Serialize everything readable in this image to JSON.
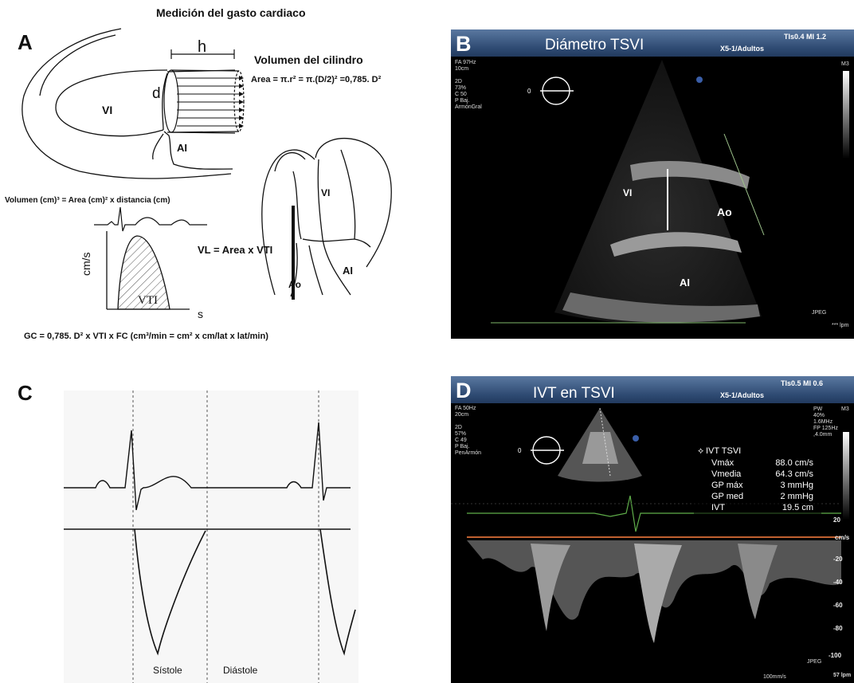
{
  "figure_title": "Medición del gasto cardiaco",
  "panel_a": {
    "letter": "A",
    "h_label": "h",
    "d_label": "d",
    "vi_label": "VI",
    "ai_label": "AI",
    "cylinder_title": "Volumen del cilindro",
    "area_formula": "Area = π.r² = π.(D/2)² =0,785. D²",
    "volume_formula": "Volumen (cm)³ = Area (cm)² x distancia (cm)",
    "vl_formula": "VL = Area x VTI",
    "axis_y": "cm/s",
    "axis_x": "s",
    "vti_label": "VTI",
    "heart2_vi": "VI",
    "heart2_ao": "Ao",
    "heart2_ai": "AI",
    "gc_formula": "GC = 0,785. D²  x VTI x FC  (cm³/min = cm² x cm/lat x lat/min)"
  },
  "panel_b": {
    "letter": "B",
    "title": "Diámetro TSVI",
    "probe": "X5-1/Adultos",
    "tis": "TIs0.4  MI 1.2",
    "params": "FA 97Hz\n10cm\n\n2D\n73%\nC 50\nP Baj.\nArmónGral",
    "m3": "M3",
    "vi": "VI",
    "ao": "Ao",
    "ai": "AI",
    "jpeg": "JPEG",
    "bpm": "*** lpm"
  },
  "panel_c": {
    "letter": "C",
    "systole": "Sístole",
    "diastole": "Diástole"
  },
  "panel_d": {
    "letter": "D",
    "title": "IVT en TSVI",
    "probe": "X5-1/Adultos",
    "tis": "TIs0.5  MI 0.6",
    "params": "FA 50Hz\n20cm\n\n2D\n57%\nC 49\nP Baj.\nPenArmón",
    "pw": "PW\n40%\n1.6MHz\nFP 125Hz\n,4.0mm",
    "m3": "M3",
    "meas_title": "IVT TSVI",
    "measurements": [
      {
        "label": "Vmáx",
        "value": "88.0 cm/s"
      },
      {
        "label": "Vmedia",
        "value": "64.3 cm/s"
      },
      {
        "label": "GP máx",
        "value": "3 mmHg"
      },
      {
        "label": "GP med",
        "value": "2 mmHg"
      },
      {
        "label": "IVT",
        "value": "19.5 cm"
      }
    ],
    "scale_unit": "cm/s",
    "scale": [
      "20",
      "-20",
      "-40",
      "-60",
      "-80",
      "-100"
    ],
    "sweep": "100mm/s",
    "jpeg": "JPEG",
    "bpm": "57 lpm"
  }
}
